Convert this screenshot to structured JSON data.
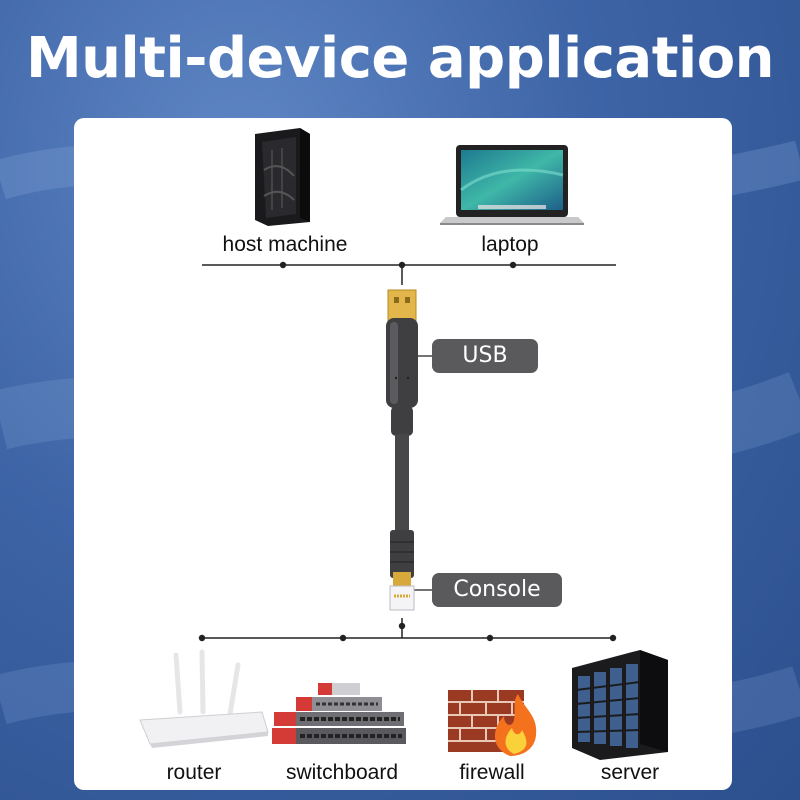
{
  "title": "Multi-device application",
  "devices_top": [
    {
      "label": "host machine",
      "icon": "tower-pc-icon"
    },
    {
      "label": "laptop",
      "icon": "laptop-icon"
    }
  ],
  "cable": {
    "usb_label": "USB",
    "console_label": "Console"
  },
  "devices_bottom": [
    {
      "label": "router",
      "icon": "router-icon"
    },
    {
      "label": "switchboard",
      "icon": "switch-icon"
    },
    {
      "label": "firewall",
      "icon": "firewall-icon"
    },
    {
      "label": "server",
      "icon": "server-rack-icon"
    }
  ],
  "colors": {
    "background": "#3d64a6",
    "panel": "#ffffff",
    "tag": "#5a5a5c",
    "gold": "#d8a93a"
  }
}
